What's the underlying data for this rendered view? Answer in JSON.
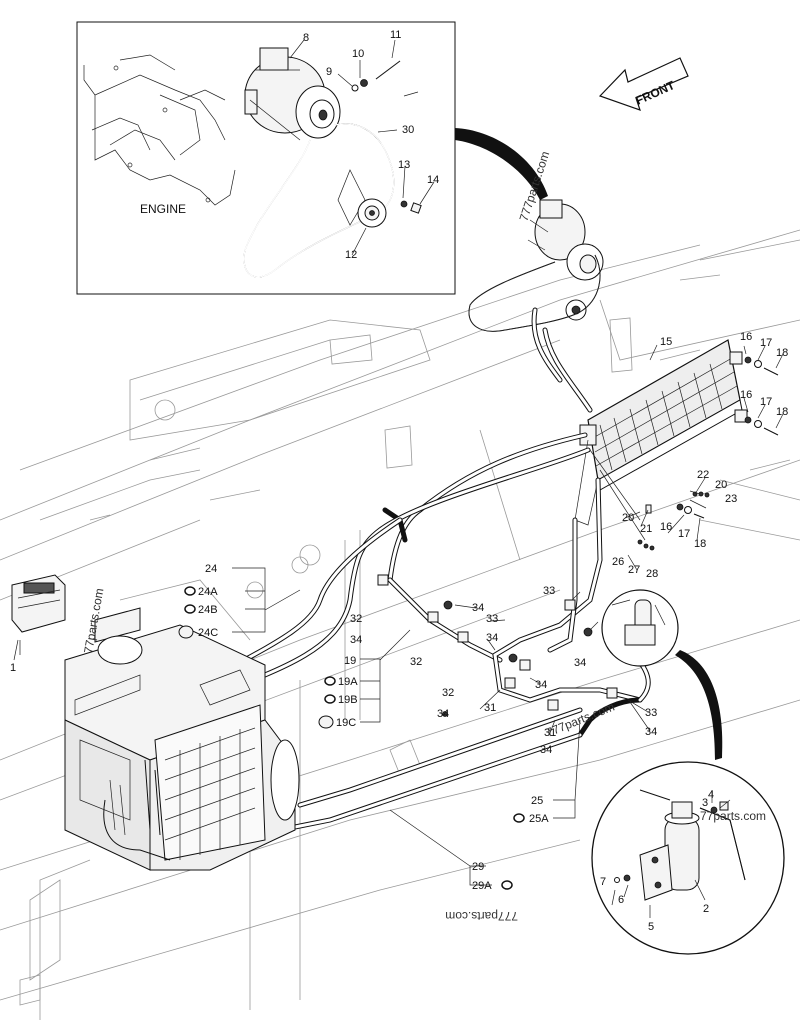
{
  "front_label": "FRONT",
  "engine_label": "ENGINE",
  "watermarks": [
    "777parts.com",
    "77parts.com",
    "777parts.com",
    "77parts.com",
    "777parts.com"
  ],
  "callouts": {
    "c1": "1",
    "c2": "2",
    "c3": "3",
    "c4": "4",
    "c5": "5",
    "c6": "6",
    "c7": "7",
    "c8": "8",
    "c9": "9",
    "c10": "10",
    "c11": "11",
    "c12": "12",
    "c13": "13",
    "c14": "14",
    "c15": "15",
    "c16a": "16",
    "c17a": "17",
    "c18a": "18",
    "c16b": "16",
    "c17b": "17",
    "c18b": "18",
    "c16c": "16",
    "c17c": "17",
    "c18c": "18",
    "c20a": "20",
    "c20b": "20",
    "c21": "21",
    "c22": "22",
    "c23": "23",
    "c24": "24",
    "c24A": "24A",
    "c24B": "24B",
    "c24C": "24C",
    "c25": "25",
    "c25A": "25A",
    "c26": "26",
    "c27": "27",
    "c28": "28",
    "c29": "29",
    "c29A": "29A",
    "c30": "30",
    "c19": "19",
    "c19A": "19A",
    "c19B": "19B",
    "c19C": "19C",
    "c31a": "31",
    "c31b": "31",
    "c32a": "32",
    "c32b": "32",
    "c32c": "32",
    "c33a": "33",
    "c33b": "33",
    "c33c": "33",
    "c34a": "34",
    "c34b": "34",
    "c34c": "34",
    "c34d": "34",
    "c34e": "34",
    "c34f": "34",
    "c34g": "34",
    "c34h": "34",
    "c34i": "34"
  }
}
